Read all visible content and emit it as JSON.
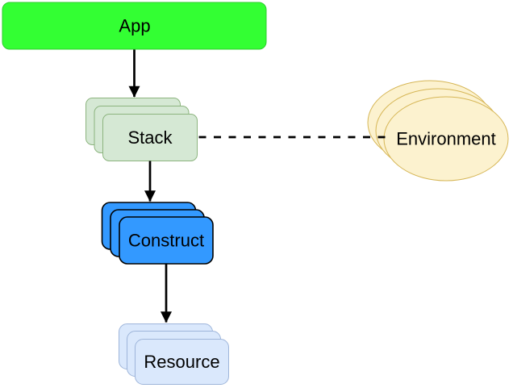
{
  "diagram": {
    "background": "#ffffff",
    "text_color": "#000000",
    "connector_color": "#000000",
    "nodes": [
      {
        "id": "app",
        "label": "App",
        "shape": "rounded-rectangle",
        "stack_count": 1,
        "fill": "#33ff33",
        "stroke": "#2ecc2e"
      },
      {
        "id": "stack",
        "label": "Stack",
        "shape": "stacked-rounded-rectangles",
        "stack_count": 3,
        "fill": "#d5e8d4",
        "stroke": "#8cb47e"
      },
      {
        "id": "construct",
        "label": "Construct",
        "shape": "stacked-rounded-rectangles",
        "stack_count": 3,
        "fill": "#3399ff",
        "stroke": "#000000"
      },
      {
        "id": "resource",
        "label": "Resource",
        "shape": "stacked-rounded-rectangles",
        "stack_count": 3,
        "fill": "#dae8fc",
        "stroke": "#9eb5da"
      },
      {
        "id": "environment",
        "label": "Environment",
        "shape": "stacked-ellipses",
        "stack_count": 3,
        "fill": "#fcf2cf",
        "stroke": "#d6b656"
      }
    ],
    "edges": [
      {
        "from": "app",
        "to": "stack",
        "style": "solid",
        "arrow": "true"
      },
      {
        "from": "stack",
        "to": "construct",
        "style": "solid",
        "arrow": "true"
      },
      {
        "from": "construct",
        "to": "resource",
        "style": "solid",
        "arrow": "true"
      },
      {
        "from": "stack",
        "to": "environment",
        "style": "dashed",
        "arrow": "false"
      }
    ]
  }
}
